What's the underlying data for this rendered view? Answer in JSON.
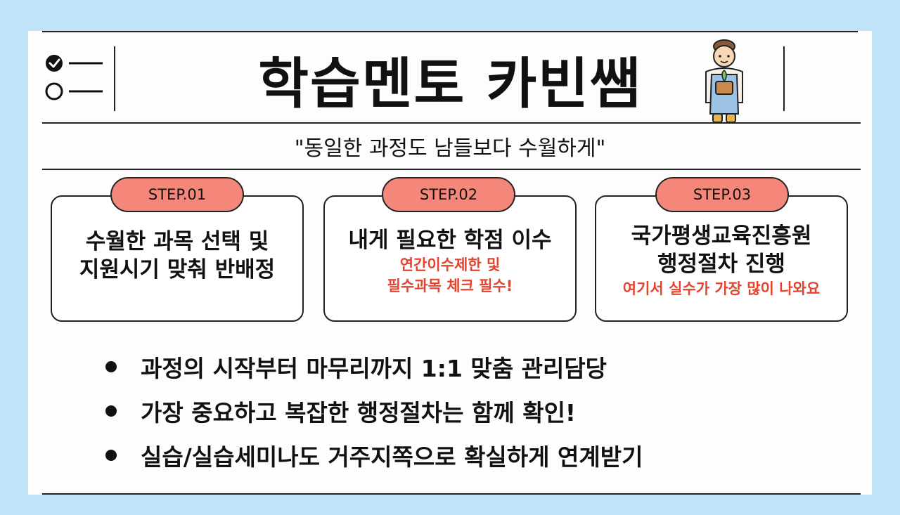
{
  "header": {
    "title": "학습멘토 카빈쌤",
    "subtitle": "\"동일한 과정도 남들보다 수월하게\""
  },
  "steps": [
    {
      "label": "STEP.01",
      "main_lines": [
        "수월한 과목 선택 및",
        "지원시기 맞춰 반배정"
      ],
      "note_lines": []
    },
    {
      "label": "STEP.02",
      "main_lines": [
        "내게 필요한 학점 이수"
      ],
      "note_lines": [
        "연간이수제한 및",
        "필수과목 체크 필수!"
      ]
    },
    {
      "label": "STEP.03",
      "main_lines": [
        "국가평생교육진흥원",
        "행정절차 진행"
      ],
      "note_lines": [
        "여기서 실수가 가장 많이 나와요"
      ]
    }
  ],
  "bullets": [
    "과정의 시작부터 마무리까지 1:1 맞춤 관리담당",
    "가장 중요하고 복잡한 행정절차는 함께 확인!",
    "실습/실습세미나도 거주지쪽으로 확실하게 연계받기"
  ],
  "colors": {
    "accent": "#f4877a",
    "note_red": "#e5432d",
    "background": "#bfe4f7"
  }
}
